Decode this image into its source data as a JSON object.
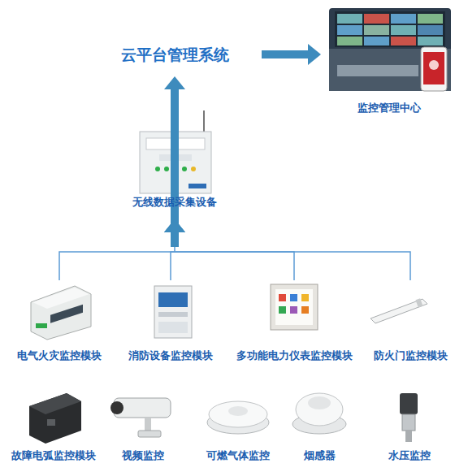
{
  "diagram": {
    "nodes": [
      {
        "text": [
          "云平台管理系统"
        ]
      },
      {
        "text": [
          "监控管理中心"
        ]
      },
      {
        "text": [
          "无线数据采集设备"
        ]
      },
      {
        "text": [
          "电气火灾监控模块"
        ]
      },
      {
        "text": [
          "消防设备监控模块"
        ]
      },
      {
        "text": [
          "多功能电力仪表监控模块"
        ]
      },
      {
        "text": [
          "防火门监控模块"
        ]
      },
      {
        "text": [
          "故障电弧监控模块"
        ]
      },
      {
        "text": [
          "视频监控"
        ]
      },
      {
        "text": [
          "可燃气体监控"
        ]
      },
      {
        "text": [
          "烟感器"
        ]
      },
      {
        "text": [
          "水压监控"
        ]
      }
    ],
    "edges": [
      {
        "from": 2,
        "to": 0,
        "arrow": "to"
      },
      {
        "from": 0,
        "to": 1,
        "arrow": "to"
      },
      {
        "from": 3,
        "to": 2,
        "arrow": "to"
      },
      {
        "from": 4,
        "to": 2,
        "arrow": "to"
      },
      {
        "from": 5,
        "to": 2,
        "arrow": "to"
      },
      {
        "from": 6,
        "to": 2,
        "arrow": "to"
      }
    ]
  }
}
